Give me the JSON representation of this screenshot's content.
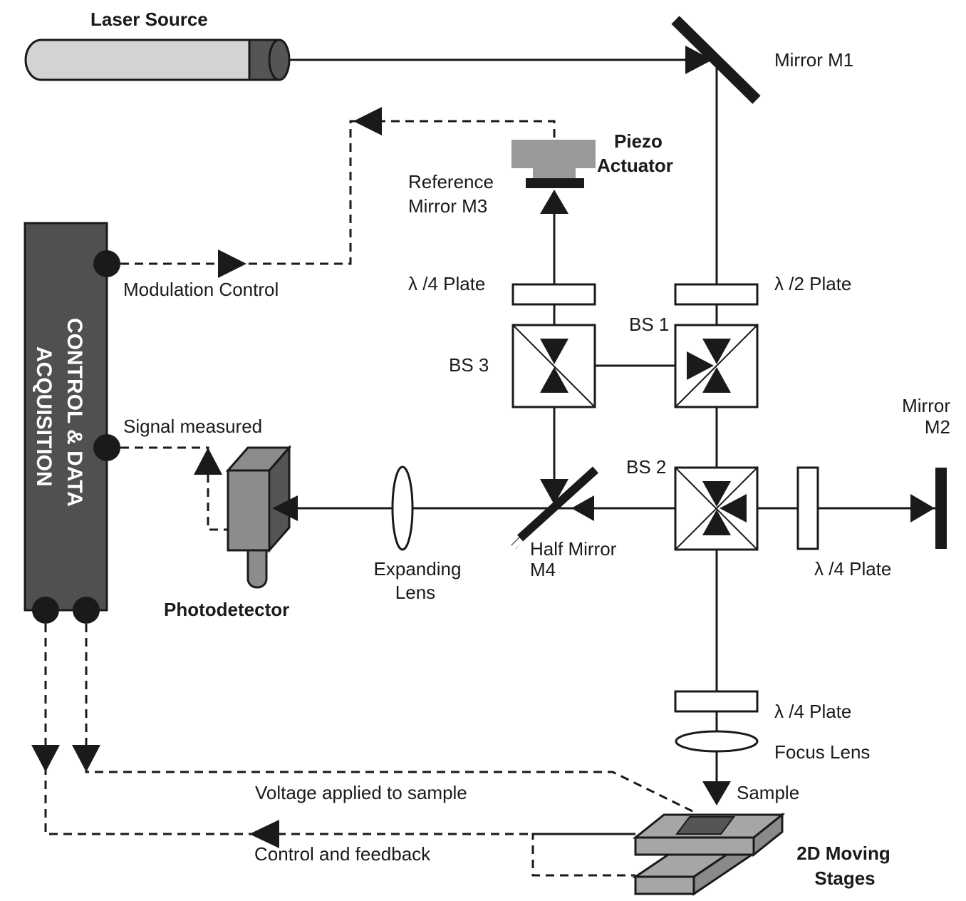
{
  "labels": {
    "laser_source": "Laser Source",
    "mirror_m1": "Mirror M1",
    "piezo_line1": "Piezo",
    "piezo_line2": "Actuator",
    "ref_mirror_line1": "Reference",
    "ref_mirror_line2": "Mirror M3",
    "modulation_control": "Modulation Control",
    "quarter_plate_ref": "λ /4 Plate",
    "half_plate": "λ /2 Plate",
    "bs1": "BS 1",
    "bs3": "BS 3",
    "mirror_m2_line1": "Mirror",
    "mirror_m2_line2": "M2",
    "signal_measured": "Signal measured",
    "bs2": "BS 2",
    "control_line1": "CONTROL & DATA",
    "control_line2": "ACQUISITION",
    "half_mirror_line1": "Half Mirror",
    "half_mirror_line2": "M4",
    "quarter_plate_m2": "λ /4 Plate",
    "expanding_line1": "Expanding",
    "expanding_line2": "Lens",
    "photodetector": "Photodetector",
    "quarter_plate_sample": "λ /4 Plate",
    "focus_lens": "Focus Lens",
    "sample": "Sample",
    "voltage_applied": "Voltage applied to sample",
    "control_feedback": "Control and feedback",
    "stages_line1": "2D Moving",
    "stages_line2": "Stages"
  },
  "colors": {
    "ink": "#1a1a1a",
    "laser_body": "#d3d3d3",
    "laser_cap": "#555555",
    "control_box": "#505050",
    "piezo": "#999999",
    "photodetector": "#8c8c8c",
    "stage": "#a6a6a6",
    "sample_pad": "#555555"
  }
}
